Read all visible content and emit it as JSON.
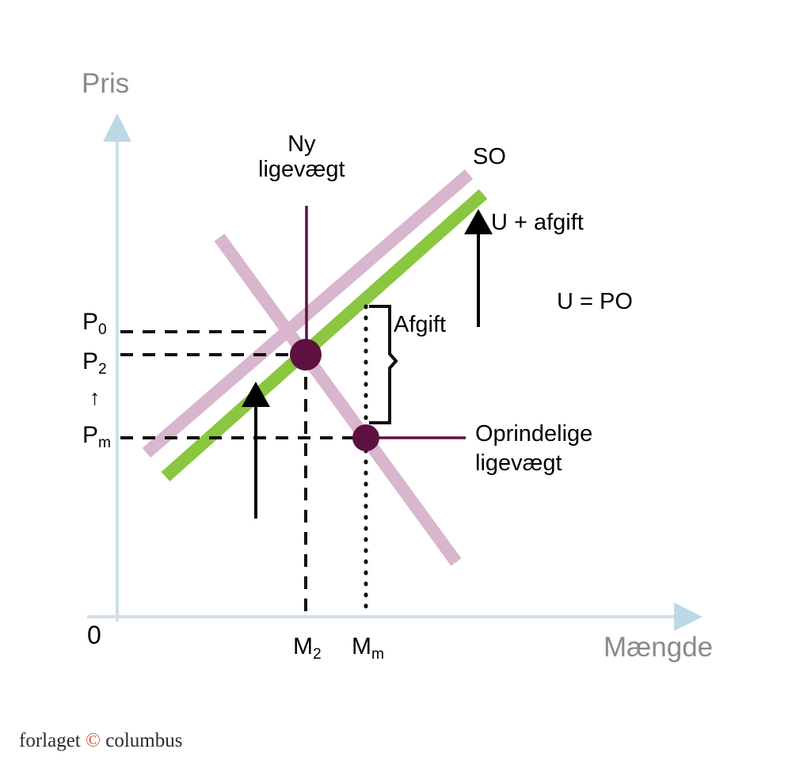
{
  "figure": {
    "type": "economics-supply-demand-diagram",
    "axes": {
      "y_label": "Pris",
      "x_label": "Mængde",
      "origin_label": "0",
      "axis_color": "#cde0ea"
    },
    "price_ticks": [
      {
        "id": "p0",
        "base": "P",
        "sub": "0"
      },
      {
        "id": "p2",
        "base": "P",
        "sub": "2"
      },
      {
        "id": "pm",
        "base": "P",
        "sub": "m"
      }
    ],
    "price_increase_arrow": "↑",
    "quantity_ticks": [
      {
        "id": "m2",
        "base": "M",
        "sub": "2"
      },
      {
        "id": "mm",
        "base": "M",
        "sub": "m"
      }
    ],
    "curves": [
      {
        "id": "so",
        "label": "SO",
        "color": "#d8b6cd"
      },
      {
        "id": "u_plus_afgift",
        "label": "U + afgift",
        "color": "#8ac63f"
      },
      {
        "id": "u_equals_po",
        "label": "U = PO",
        "color": "#d8b6cd"
      }
    ],
    "annotations": {
      "new_equilibrium": "Ny\nligevægt",
      "new_equilibrium_line1": "Ny",
      "new_equilibrium_line2": "ligevægt",
      "original_equilibrium_line1": "Oprindelige",
      "original_equilibrium_line2": "ligevægt",
      "tax_bracket": "Afgift"
    },
    "marker_color": "#5e1140",
    "colors": {
      "pink_curve": "#d8b6cd",
      "green_curve": "#8ac63f",
      "marker": "#5e1140",
      "axis": "#cde0ea",
      "axis_label": "#8a8a8a",
      "annotation": "#000000"
    }
  },
  "chart_data": {
    "type": "line",
    "title": "",
    "xlabel": "Mængde",
    "ylabel": "Pris",
    "grid": false,
    "legend_position": "inline-at-curve-ends",
    "xticks": [
      "0",
      "M2",
      "Mm"
    ],
    "yticks": [
      "Pm",
      "P2",
      "P0"
    ],
    "series": [
      {
        "name": "SO",
        "type": "supply-shifted",
        "color": "#d8b6cd",
        "slope": "upward"
      },
      {
        "name": "U + afgift",
        "type": "supply-with-tax",
        "color": "#8ac63f",
        "slope": "upward"
      },
      {
        "name": "U = PO",
        "type": "demand",
        "color": "#d8b6cd",
        "slope": "downward"
      }
    ],
    "points": [
      {
        "name": "Ny ligevægt",
        "x": "M2",
        "y": "P2"
      },
      {
        "name": "Oprindelige ligevægt",
        "x": "Mm",
        "y": "Pm"
      }
    ],
    "annotations": [
      "Afgift",
      "Ny ligevægt",
      "Oprindelige ligevægt"
    ]
  },
  "footer": {
    "prefix": "forlaget",
    "mark": "©",
    "suffix": "columbus"
  }
}
